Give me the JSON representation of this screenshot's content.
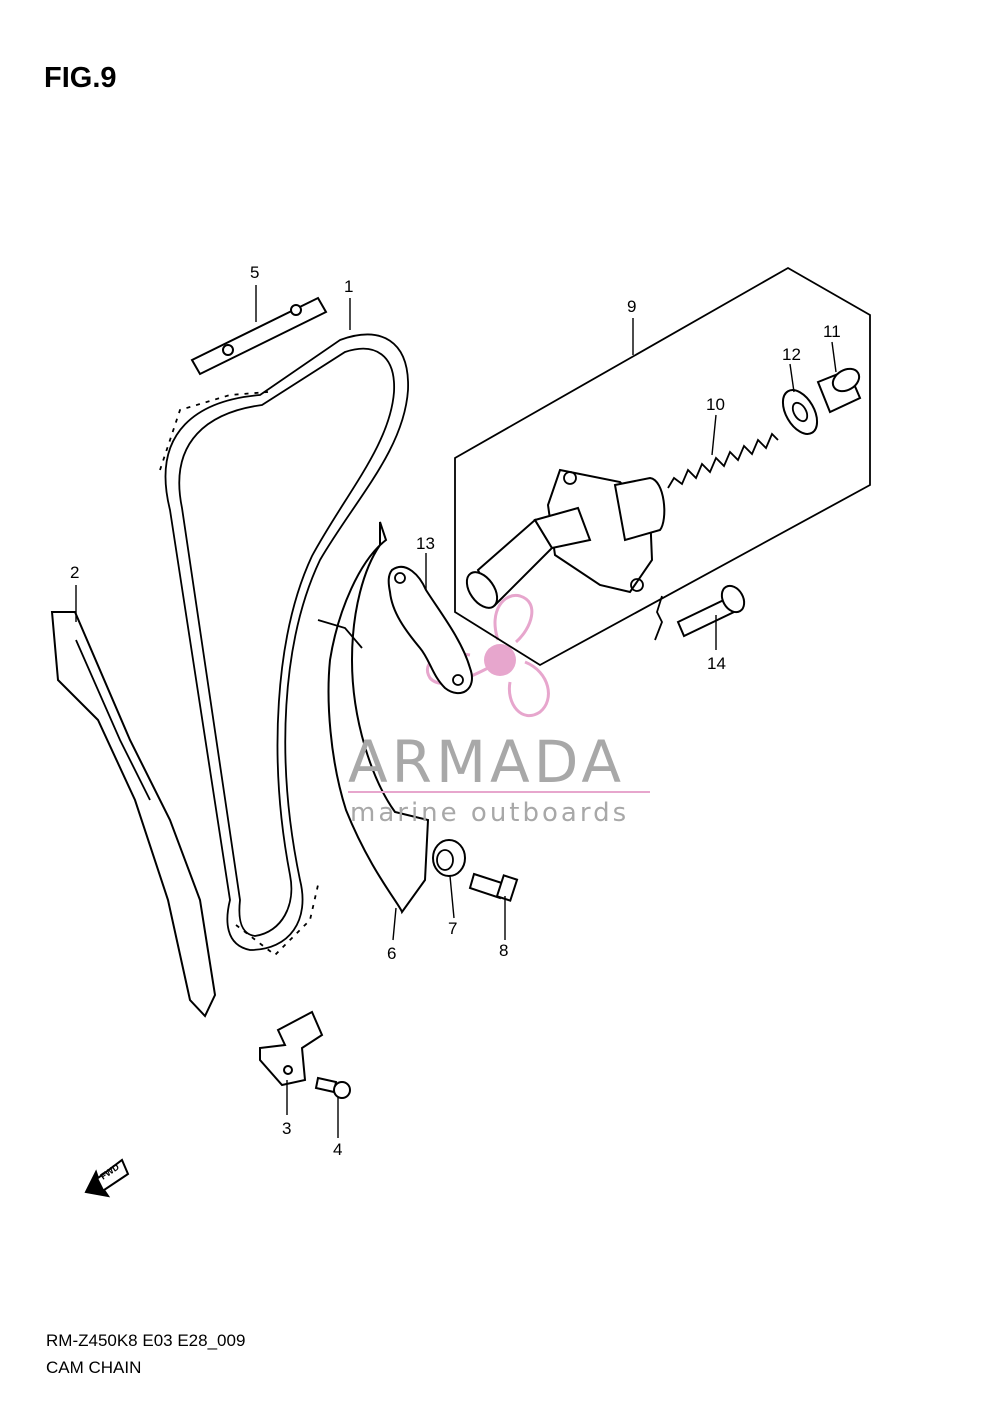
{
  "figure": {
    "title": "FIG.9",
    "code": "RM-Z450K8 E03 E28_009",
    "name": "CAM CHAIN"
  },
  "callouts": [
    {
      "id": "c1",
      "label": "1"
    },
    {
      "id": "c2",
      "label": "2"
    },
    {
      "id": "c3",
      "label": "3"
    },
    {
      "id": "c4",
      "label": "4"
    },
    {
      "id": "c5",
      "label": "5"
    },
    {
      "id": "c6",
      "label": "6"
    },
    {
      "id": "c7",
      "label": "7"
    },
    {
      "id": "c8",
      "label": "8"
    },
    {
      "id": "c9",
      "label": "9"
    },
    {
      "id": "c10",
      "label": "10"
    },
    {
      "id": "c11",
      "label": "11"
    },
    {
      "id": "c12",
      "label": "12"
    },
    {
      "id": "c13",
      "label": "13"
    },
    {
      "id": "c14",
      "label": "14"
    }
  ],
  "fwd_arrow": {
    "label": "FWD"
  },
  "watermark": {
    "brand": "ARMADA",
    "tagline": "marine outboards",
    "accent_color": "#e7a6cd"
  }
}
